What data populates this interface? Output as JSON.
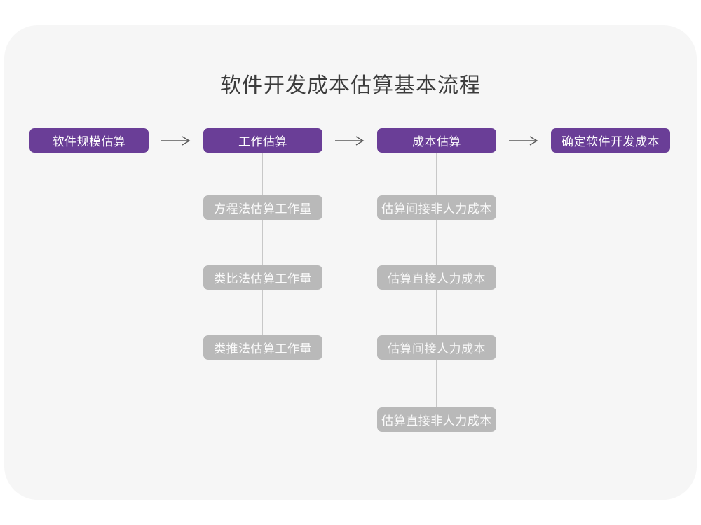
{
  "title": "软件开发成本估算基本流程",
  "colors": {
    "accent_purple": "#6a3e97",
    "sub_gray": "#b9b9b9",
    "connector_gray": "#c8c8c8",
    "arrow_gray": "#5a5a5a",
    "card_bg": "#f6f6f6",
    "title_text": "#3c3c3c"
  },
  "flow": {
    "main_steps": [
      "软件规模估算",
      "工作估算",
      "成本估算",
      "确定软件开发成本"
    ],
    "work_branch": [
      "方程法估算工作量",
      "类比法估算工作量",
      "类推法估算工作量"
    ],
    "cost_branch": [
      "估算间接非人力成本",
      "估算直接人力成本",
      "估算间接人力成本",
      "估算直接非人力成本"
    ]
  }
}
